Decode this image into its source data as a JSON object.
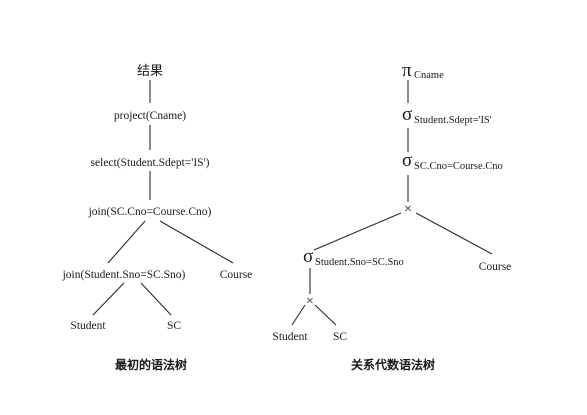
{
  "left_tree": {
    "root": "结果",
    "project": "project(Cname)",
    "select": "select(Student.Sdept='IS')",
    "join_top": "join(SC.Cno=Course.Cno)",
    "join_bottom": "join(Student.Sno=SC.Sno)",
    "course": "Course",
    "student": "Student",
    "sc": "SC",
    "caption": "最初的语法树"
  },
  "right_tree": {
    "pi_symbol": "π",
    "pi_sub": "Cname",
    "sigma_symbol": "σ",
    "sigma1_sub": "Student.Sdept='IS'",
    "sigma2_sub": "SC.Cno=Course.Cno",
    "cross_top": "×",
    "sigma3_sub": "Student.Sno=SC.Sno",
    "course": "Course",
    "cross_bottom": "×",
    "student": "Student",
    "sc": "SC",
    "caption": "关系代数语法树"
  }
}
